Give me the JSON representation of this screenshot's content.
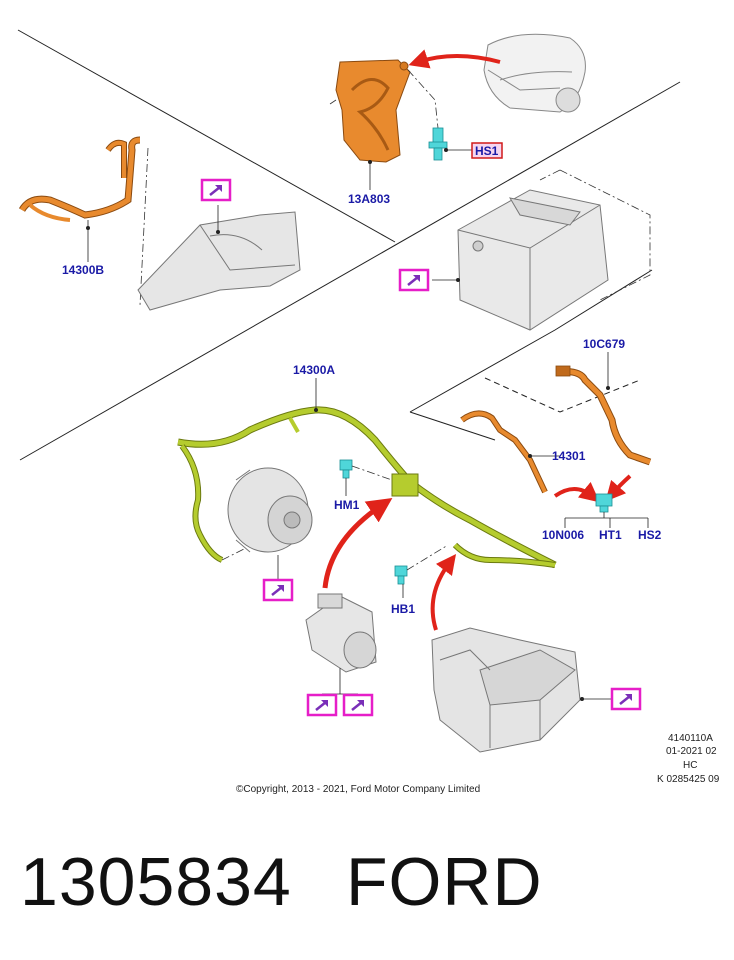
{
  "callouts": {
    "hs1": "HS1",
    "a13a803": "13A803",
    "b14300b": "14300B",
    "c10c679": "10C679",
    "a14300a": "14300A",
    "p14301": "14301",
    "hm1": "HM1",
    "hb1": "HB1",
    "n10n006": "10N006",
    "ht1": "HT1",
    "hs2": "HS2"
  },
  "info_block": [
    "4140110A",
    "01-2021 02",
    "HC",
    "K 0285425 09"
  ],
  "copyright": "©Copyright, 2013 - 2021, Ford Motor Company Limited",
  "footer": {
    "part_number": "1305834",
    "brand": "FORD"
  },
  "colors": {
    "orange_part": "#e88a2e",
    "green_harness": "#b5cc2e",
    "cyan_fastener": "#4fd6d9",
    "magenta_box": "#e61ec8",
    "red_arrow": "#e0231a",
    "callout_text": "#1a1aa6"
  }
}
